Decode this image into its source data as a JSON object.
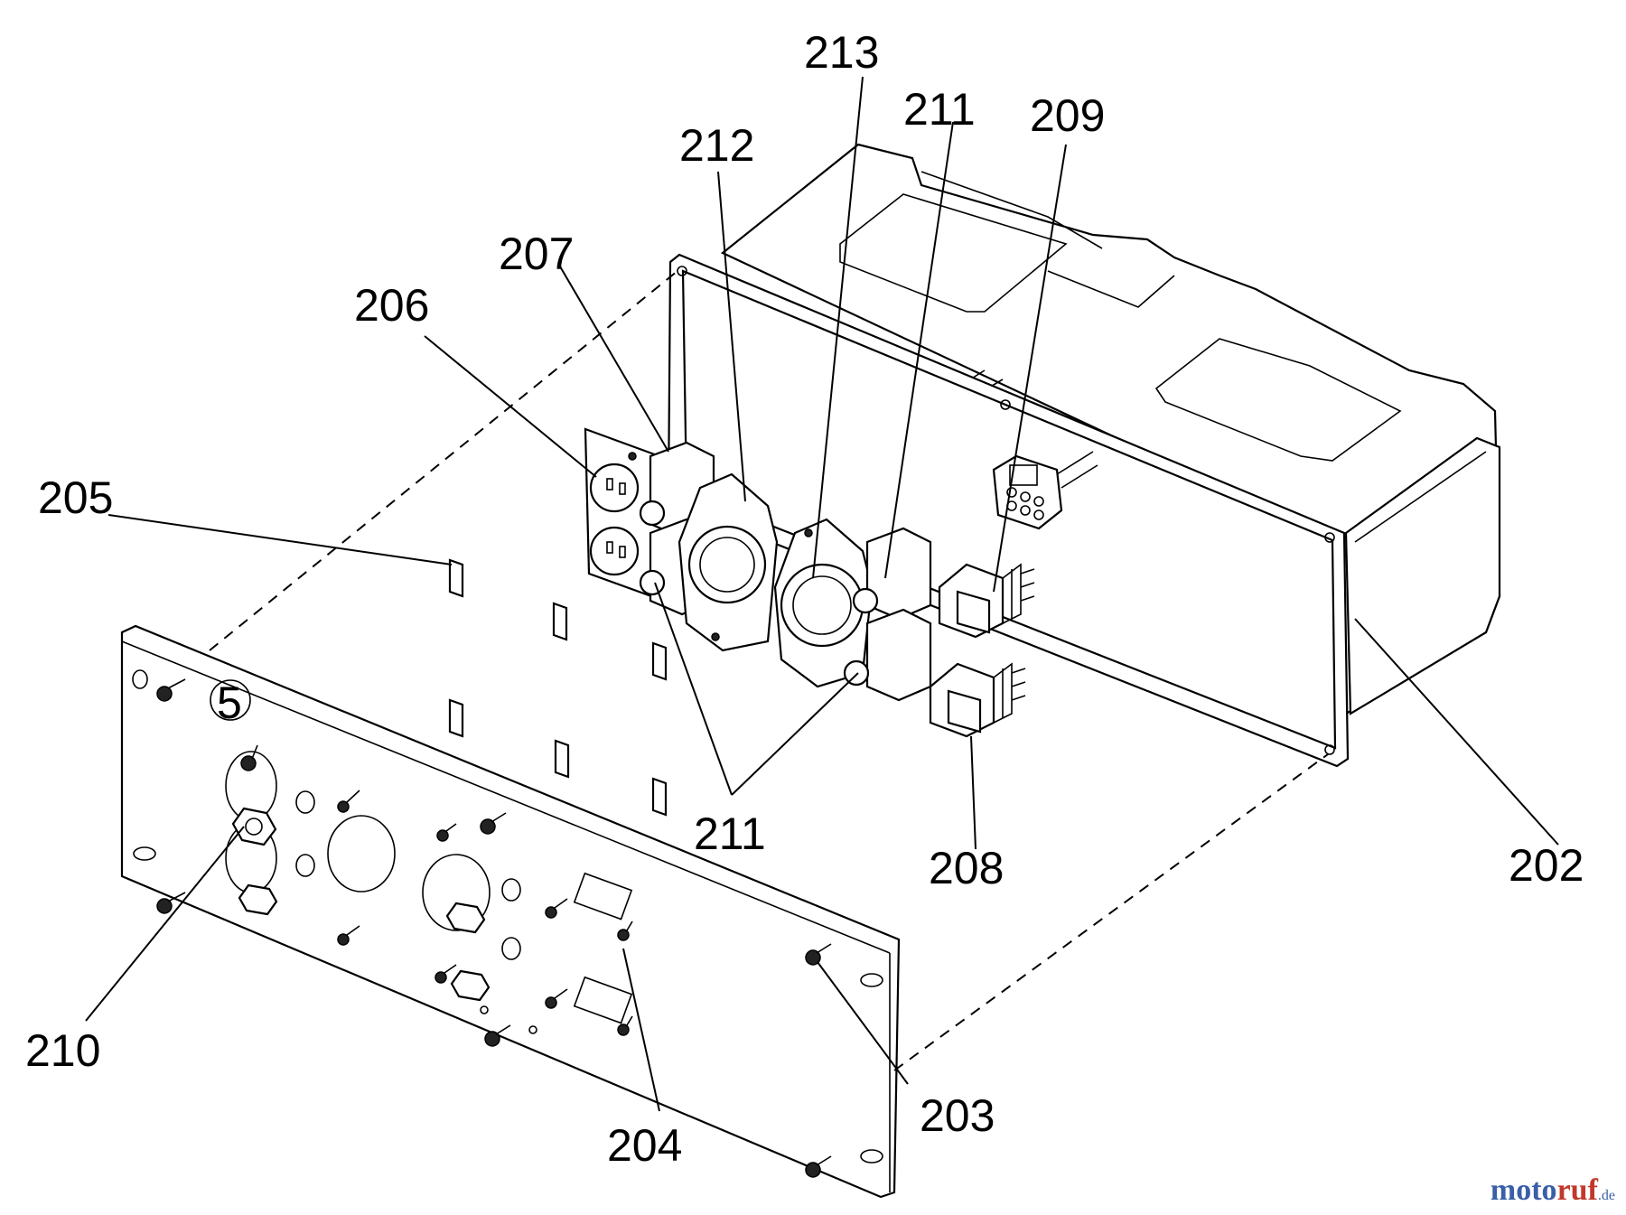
{
  "callouts": {
    "c202": "202",
    "c203": "203",
    "c204": "204",
    "c205": "205",
    "c206": "206",
    "c207": "207",
    "c208": "208",
    "c209": "209",
    "c210": "210",
    "c211a": "211",
    "c211b": "211",
    "c212": "212",
    "c213": "213"
  },
  "panel_mark": "5",
  "watermark": {
    "part1": "moto",
    "part2": "ruf",
    "part3": ".de"
  }
}
